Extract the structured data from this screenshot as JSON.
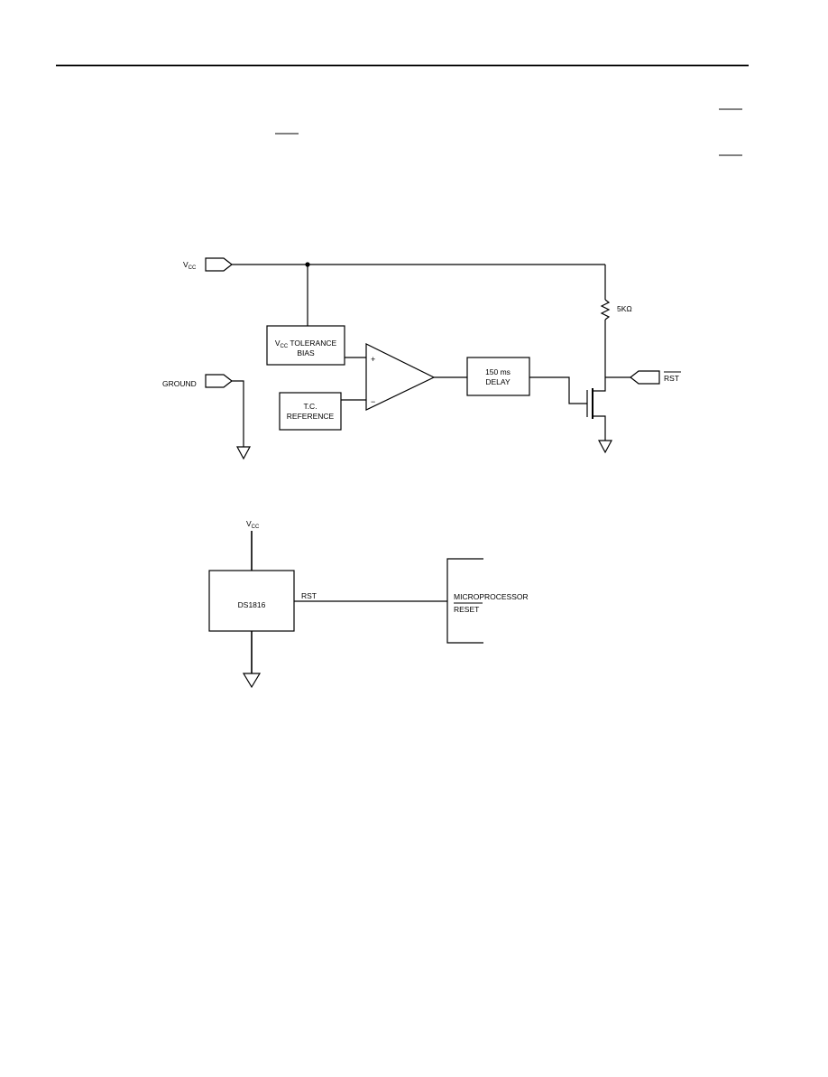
{
  "block_diagram": {
    "vcc_pin": {
      "main": "V",
      "sub": "CC"
    },
    "ground_pin": "GROUND",
    "rst_pin": "RST",
    "tolerance_bias": {
      "line1_main": "V",
      "line1_sub": "CC",
      "line1_rest": " TOLERANCE",
      "line2": "BIAS"
    },
    "tc_reference": {
      "line1": "T.C.",
      "line2": "REFERENCE"
    },
    "comparator_plus": "+",
    "comparator_minus": "−",
    "delay": {
      "line1": "150 ms",
      "line2": "DELAY"
    },
    "resistor": "5KΩ"
  },
  "application_diagram": {
    "vcc": {
      "main": "V",
      "sub": "CC"
    },
    "chip": "DS1816",
    "rst_label": "RST",
    "micro_label": "MICROPROCESSOR",
    "reset_label": "RESET"
  }
}
